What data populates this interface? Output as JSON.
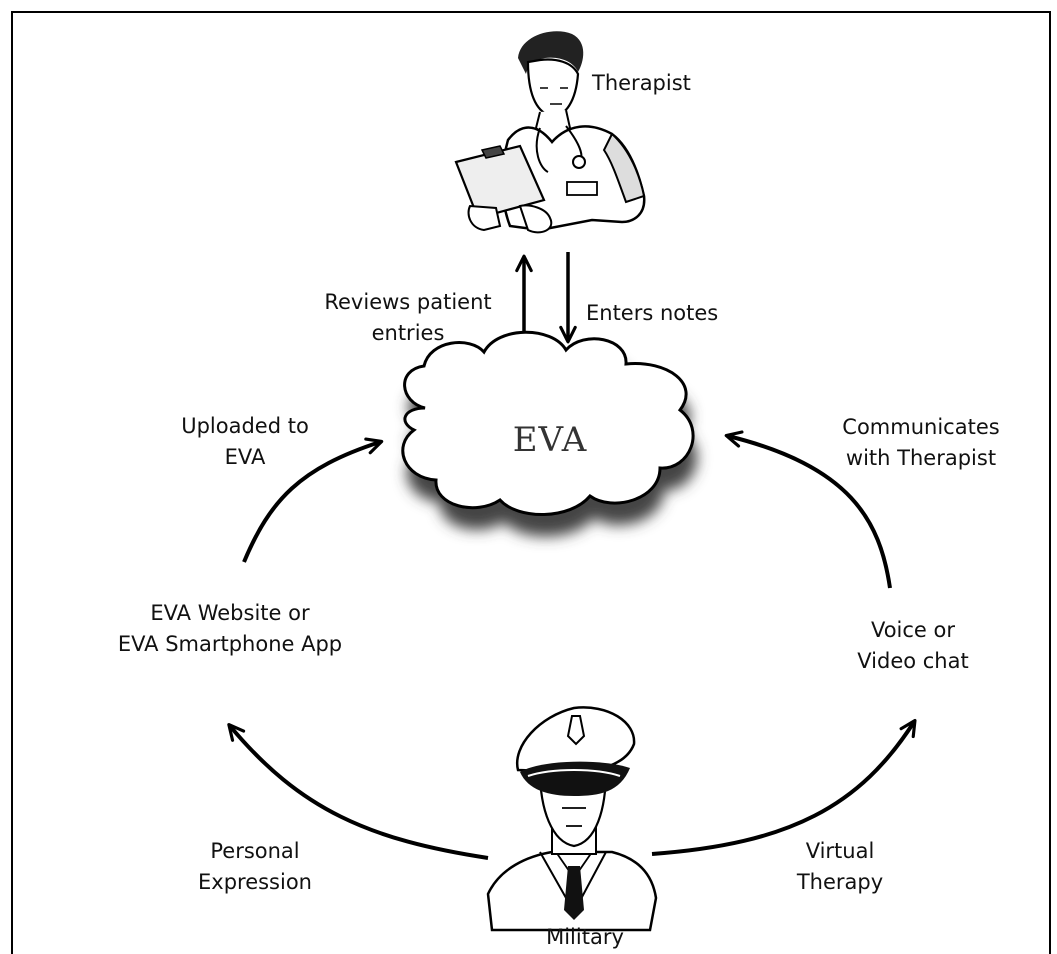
{
  "diagram": {
    "center": {
      "label": "EVA",
      "icon": "cloud-icon"
    },
    "therapist": {
      "label": "Therapist",
      "icon": "therapist-figure-icon"
    },
    "military": {
      "label": "Military",
      "icon": "military-officer-icon"
    },
    "edges": {
      "reviews": [
        "Reviews patient",
        "entries"
      ],
      "enters": "Enters notes",
      "uploaded": [
        "Uploaded to",
        "EVA"
      ],
      "communicates": [
        "Communicates",
        "with Therapist"
      ],
      "personal": [
        "Personal",
        "Expression"
      ],
      "virtual": [
        "Virtual",
        "Therapy"
      ]
    },
    "nodes": {
      "website": [
        "EVA Website or",
        "EVA Smartphone App"
      ],
      "voice": [
        "Voice or",
        "Video chat"
      ]
    }
  }
}
